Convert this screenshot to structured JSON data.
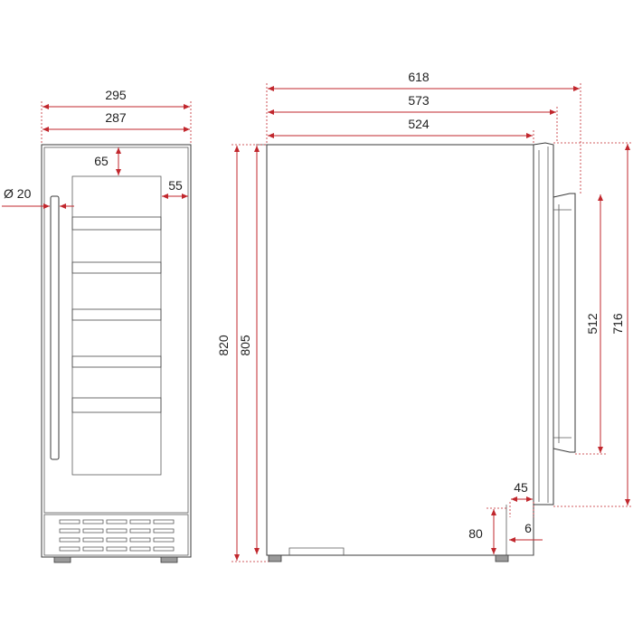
{
  "front_view": {
    "dimensions": {
      "overall_width": "295",
      "cabinet_width": "287",
      "top_to_glass": "65",
      "handle_diameter": "Ø 20",
      "glass_to_side": "55"
    }
  },
  "side_view": {
    "dimensions": {
      "depth_with_handle": "618",
      "depth_with_door": "573",
      "body_depth": "524",
      "overall_height": "820",
      "body_height": "805",
      "handle_length": "512",
      "door_height": "716",
      "door_opening_gap": "45",
      "plinth_height": "80",
      "plinth_setback": "6"
    }
  },
  "colors": {
    "dimension_red": "#c1272d",
    "outline_dark": "#3a3a3a"
  }
}
